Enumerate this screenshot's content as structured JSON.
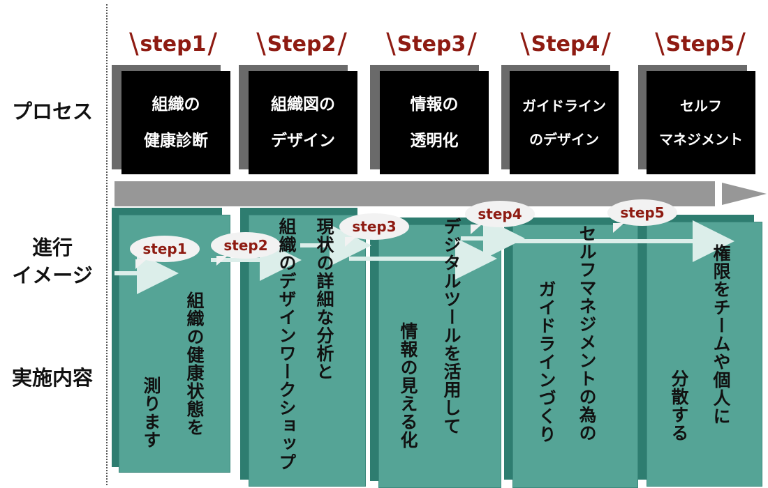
{
  "row_labels": {
    "process": "プロセス",
    "progress": "進行\nイメージ",
    "content": "実施内容"
  },
  "steps": [
    {
      "title": "step1",
      "box_line1": "組織の",
      "box_line2": "健康診断",
      "bubble": "step1",
      "col1": "組織の健康状態を",
      "col2": "測ります",
      "col3": ""
    },
    {
      "title": "Step2",
      "box_line1": "組織図の",
      "box_line2": "デザイン",
      "bubble": "step2",
      "col1": "組織のデザインワークショップ",
      "col2": "",
      "col3": "現状の詳細な分析と"
    },
    {
      "title": "Step3",
      "box_line1": "情報の",
      "box_line2": "透明化",
      "bubble": "step3",
      "col1": "デジタルツールを活用して",
      "col2": "情報の見える化",
      "col3": ""
    },
    {
      "title": "Step4",
      "box_line1": "ガイドライン",
      "box_line2": "のデザイン",
      "bubble": "step4",
      "col1": "セルフマネジメントの為の",
      "col2": "ガイドラインづくり",
      "col3": ""
    },
    {
      "title": "Step5",
      "box_line1": "セルフ",
      "box_line2": "マネジメント",
      "bubble": "step5",
      "col1": "権限をチームや個人に",
      "col2": "分散する",
      "col3": ""
    }
  ],
  "colors": {
    "step_title": "#8e1b12",
    "box": "#000000",
    "box_shadow": "#6a6a6a",
    "panel": "#55a496",
    "panel_back": "#2e7d70",
    "arrow_band": "#979797",
    "flow_arrow": "#dceeea"
  }
}
